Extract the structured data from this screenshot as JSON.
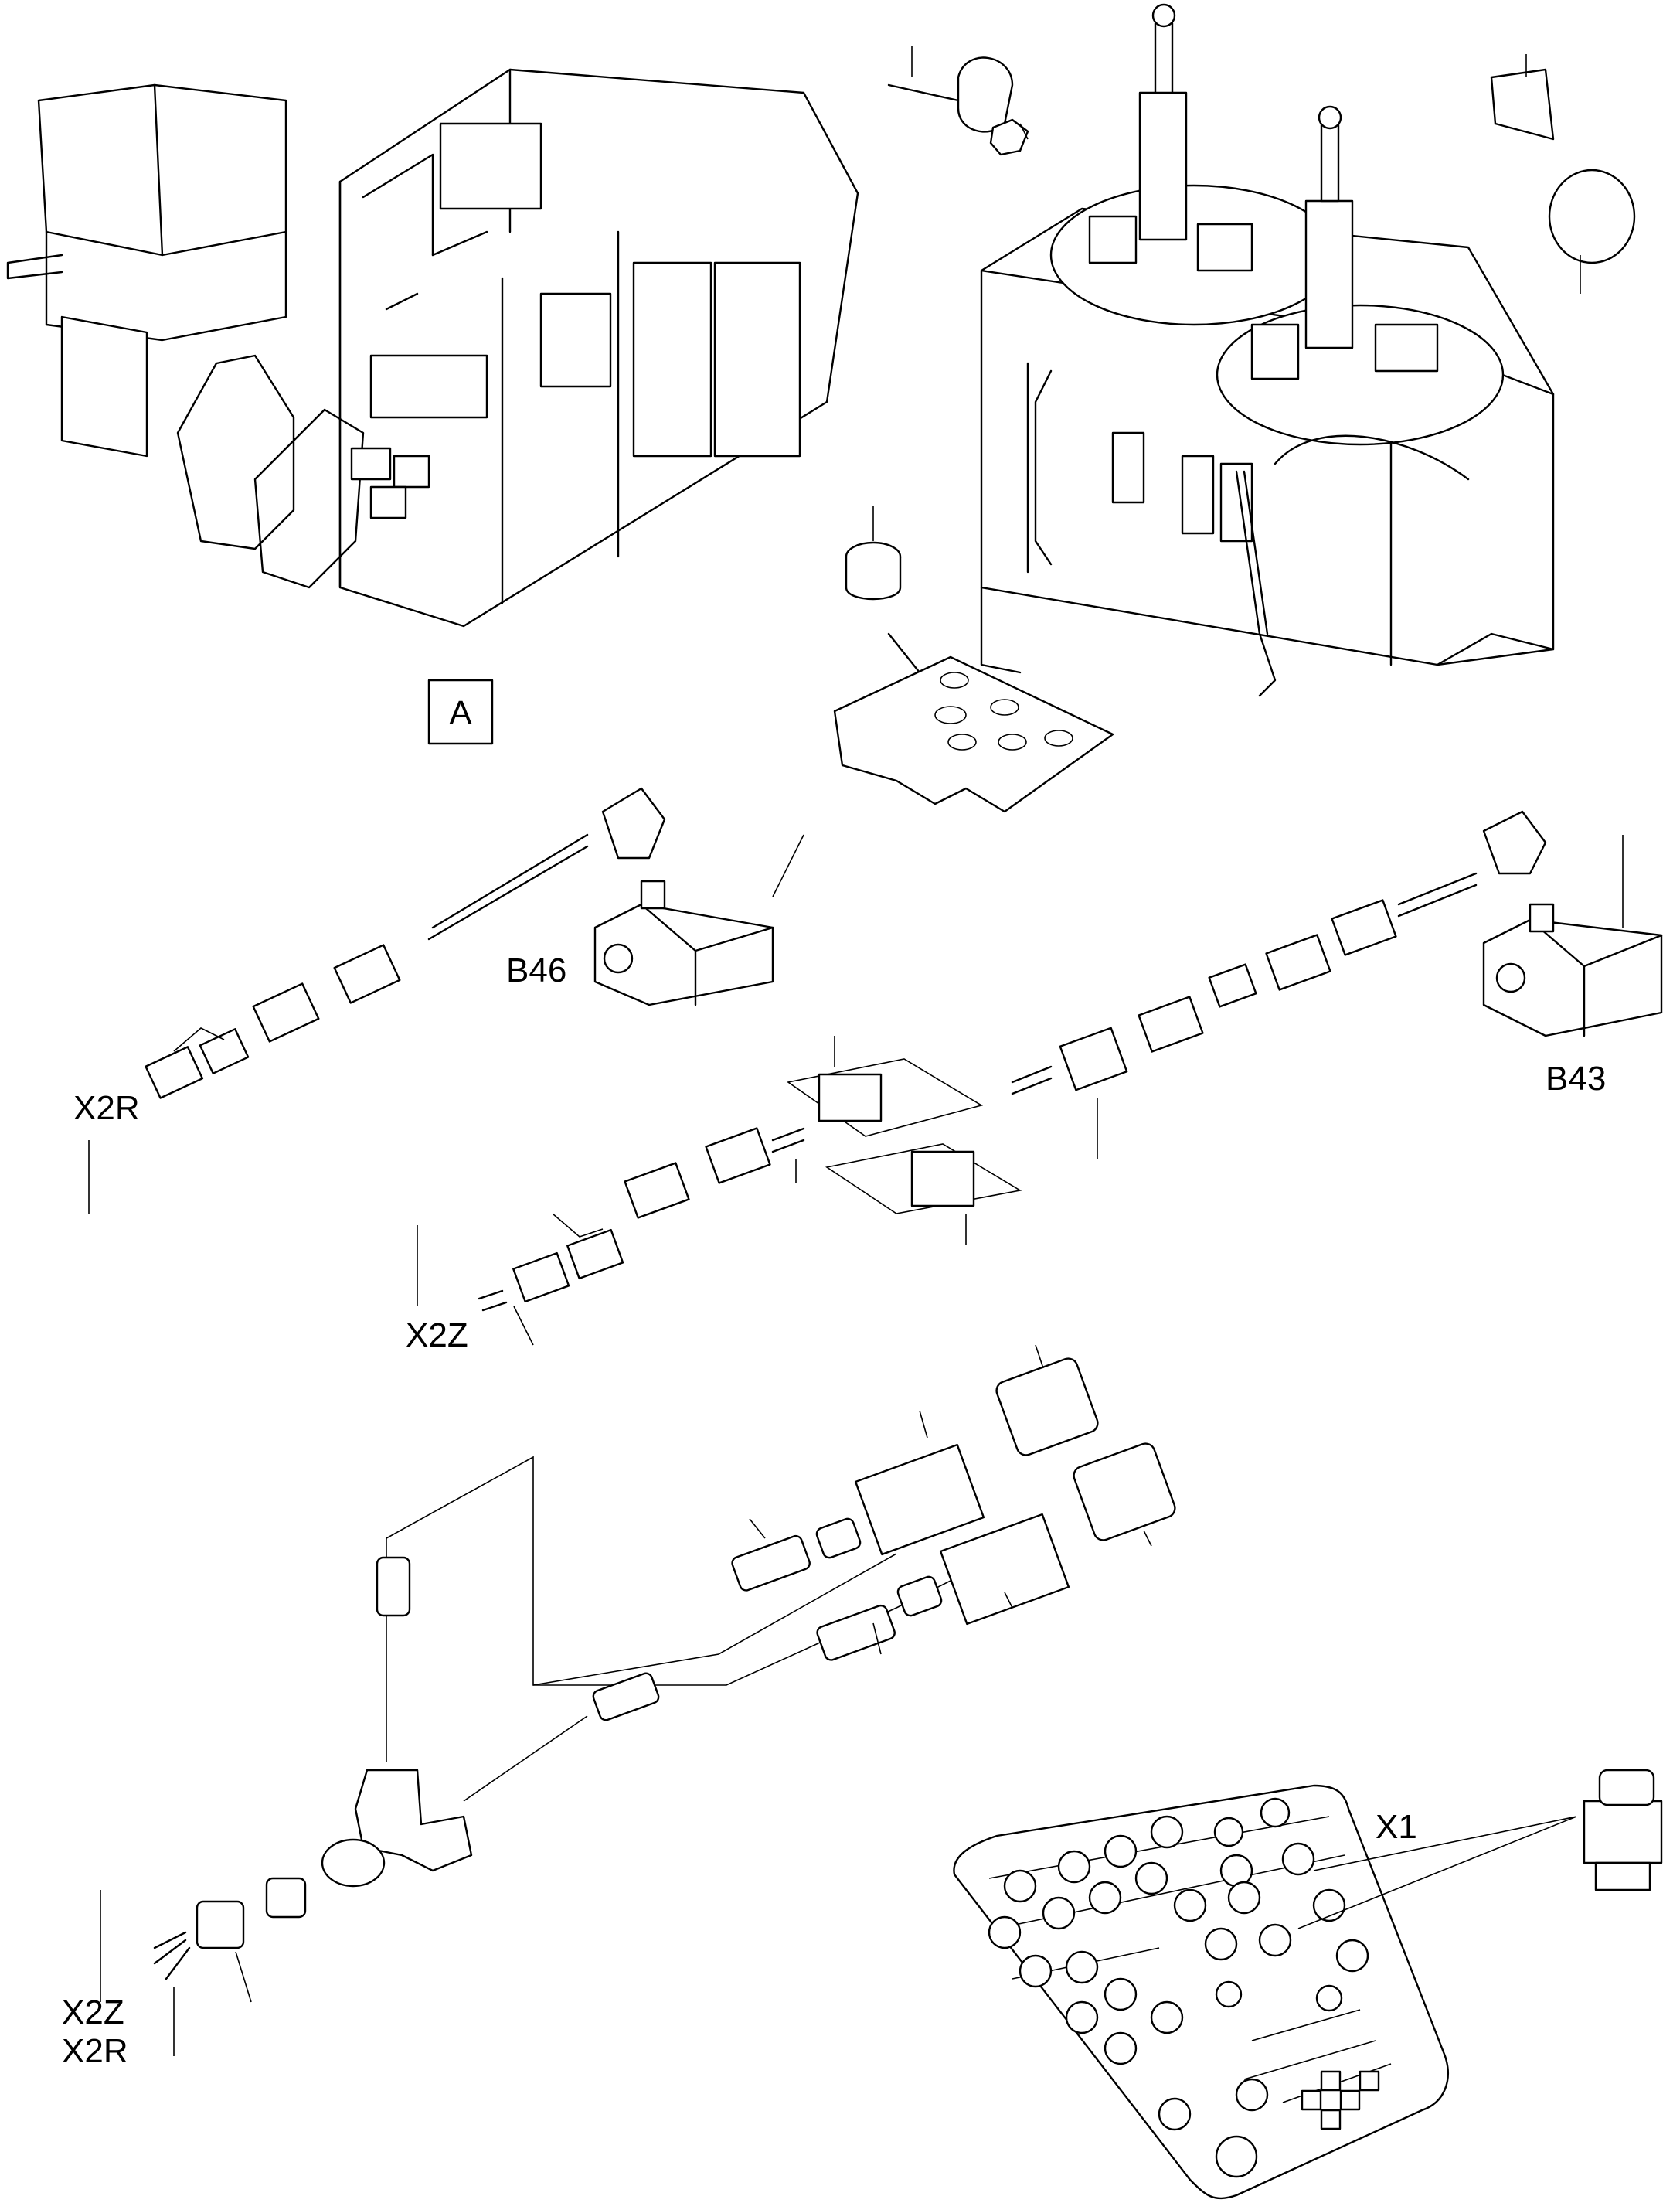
{
  "labels": {
    "view_a": "A",
    "b46": "B46",
    "b43": "B43",
    "x2r_top": "X2R",
    "x2z_mid": "X2Z",
    "x2z_bottom": "X2Z",
    "x2r_bottom": "X2R",
    "x1": "X1"
  },
  "colors": {
    "line": "#000000",
    "background": "#ffffff"
  }
}
